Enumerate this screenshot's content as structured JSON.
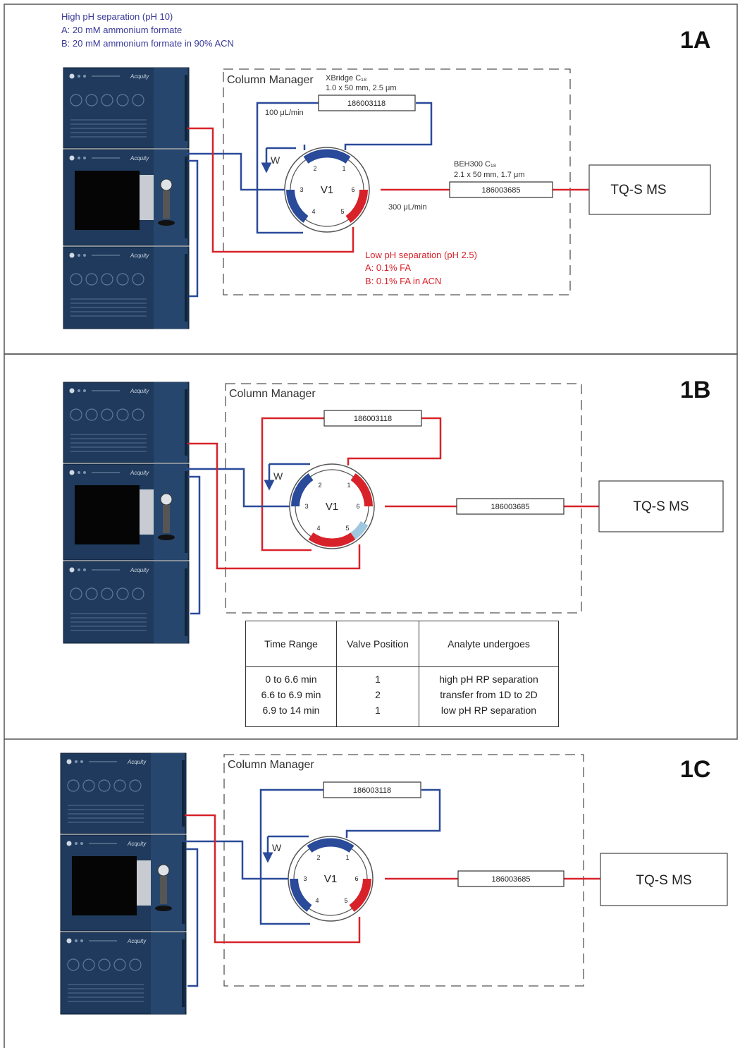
{
  "colors": {
    "high_ph_text": "#3a3a9a",
    "low_ph_text": "#d8222a",
    "blue_tube": "#2a4a9a",
    "red_tube": "#d8222a",
    "light_blue_port": "#9fc8e0",
    "instrument": "#1f3a5c",
    "panel_border": "#555555"
  },
  "panels": [
    {
      "label": "1A",
      "header_lines": [
        "High pH separation (pH 10)",
        "A: 20 mM ammonium formate",
        "B: 20 mM ammonium formate in 90% ACN"
      ],
      "column_manager_label": "Column Manager",
      "column1": {
        "name": "XBridge C₁₈",
        "dims": "1.0 x 50 mm, 2.5 μm",
        "part": "186003118"
      },
      "flow1": "100 μL/min",
      "column2": {
        "name": "BEH300 C₁₈",
        "dims": "2.1 x 50 mm, 1.7 μm",
        "part": "186003685"
      },
      "flow2": "300 μL/min",
      "waste_label": "W",
      "valve_label": "V1",
      "ports": [
        "1",
        "2",
        "3",
        "4",
        "5",
        "6"
      ],
      "low_ph_lines": [
        "Low pH separation (pH 2.5)",
        "A: 0.1% FA",
        "B: 0.1% FA in ACN"
      ],
      "detector": "TQ-S MS",
      "instrument_brand": "Acquity"
    },
    {
      "label": "1B",
      "column_manager_label": "Column Manager",
      "column1_part": "186003118",
      "column2_part": "186003685",
      "waste_label": "W",
      "valve_label": "V1",
      "ports": [
        "1",
        "2",
        "3",
        "4",
        "5",
        "6"
      ],
      "detector": "TQ-S MS",
      "instrument_brand": "Acquity"
    },
    {
      "label": "1C",
      "column_manager_label": "Column Manager",
      "column1_part": "186003118",
      "column2_part": "186003685",
      "waste_label": "W",
      "valve_label": "V1",
      "ports": [
        "1",
        "2",
        "3",
        "4",
        "5",
        "6"
      ],
      "detector": "TQ-S MS",
      "instrument_brand": "Acquity"
    }
  ],
  "timing_table": {
    "headers": [
      "Time Range",
      "Valve Position",
      "Analyte undergoes"
    ],
    "rows": [
      [
        "0 to 6.6 min",
        "1",
        "high pH RP separation"
      ],
      [
        "6.6 to 6.9 min",
        "2",
        "transfer from 1D to 2D"
      ],
      [
        "6.9 to 14 min",
        "1",
        "low pH RP separation"
      ]
    ]
  }
}
